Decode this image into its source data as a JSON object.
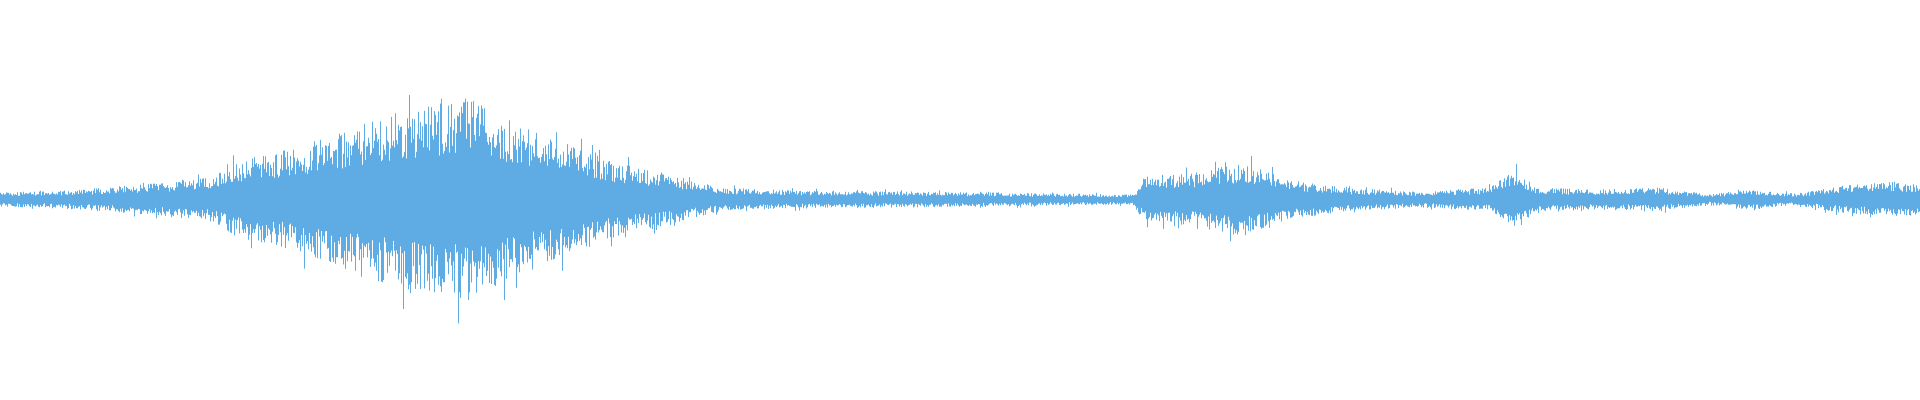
{
  "waveform": {
    "color": "#5fabe3",
    "background": "#ffffff",
    "amplitude_profile": [
      {
        "t": 0.0,
        "a": 0.035
      },
      {
        "t": 0.04,
        "a": 0.05
      },
      {
        "t": 0.08,
        "a": 0.08
      },
      {
        "t": 0.11,
        "a": 0.11
      },
      {
        "t": 0.125,
        "a": 0.2
      },
      {
        "t": 0.15,
        "a": 0.25
      },
      {
        "t": 0.175,
        "a": 0.33
      },
      {
        "t": 0.2,
        "a": 0.42
      },
      {
        "t": 0.22,
        "a": 0.47
      },
      {
        "t": 0.245,
        "a": 0.51
      },
      {
        "t": 0.26,
        "a": 0.42
      },
      {
        "t": 0.29,
        "a": 0.3
      },
      {
        "t": 0.32,
        "a": 0.19
      },
      {
        "t": 0.35,
        "a": 0.12
      },
      {
        "t": 0.375,
        "a": 0.06
      },
      {
        "t": 0.42,
        "a": 0.045
      },
      {
        "t": 0.48,
        "a": 0.04
      },
      {
        "t": 0.55,
        "a": 0.03
      },
      {
        "t": 0.59,
        "a": 0.025
      },
      {
        "t": 0.596,
        "a": 0.12
      },
      {
        "t": 0.62,
        "a": 0.13
      },
      {
        "t": 0.648,
        "a": 0.19
      },
      {
        "t": 0.67,
        "a": 0.1
      },
      {
        "t": 0.7,
        "a": 0.06
      },
      {
        "t": 0.74,
        "a": 0.04
      },
      {
        "t": 0.775,
        "a": 0.06
      },
      {
        "t": 0.79,
        "a": 0.15
      },
      {
        "t": 0.8,
        "a": 0.06
      },
      {
        "t": 0.83,
        "a": 0.05
      },
      {
        "t": 0.865,
        "a": 0.06
      },
      {
        "t": 0.89,
        "a": 0.025
      },
      {
        "t": 0.91,
        "a": 0.05
      },
      {
        "t": 0.935,
        "a": 0.03
      },
      {
        "t": 0.96,
        "a": 0.07
      },
      {
        "t": 0.985,
        "a": 0.09
      },
      {
        "t": 1.0,
        "a": 0.08
      }
    ]
  }
}
